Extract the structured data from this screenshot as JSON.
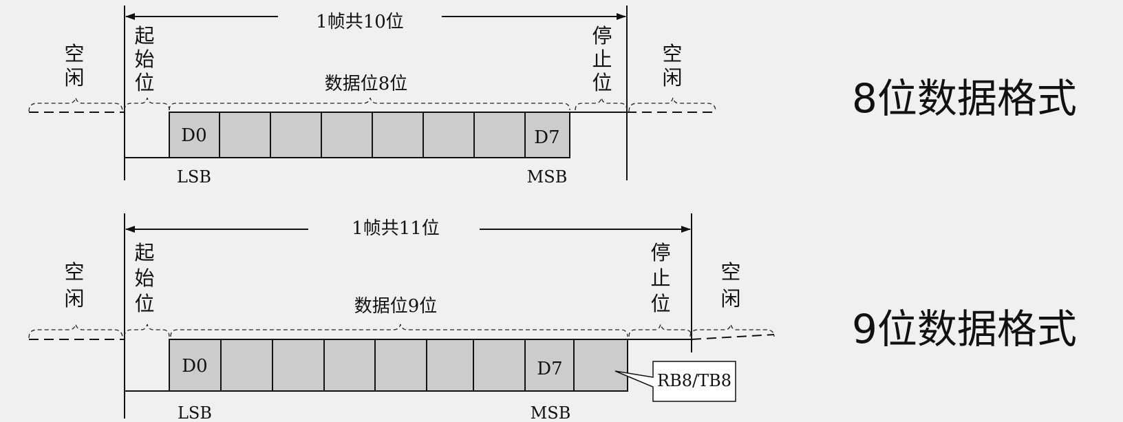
{
  "diagram_8bit": {
    "format_title": "8位数据格式",
    "frame_label": "1帧共10位",
    "start_bit_label": [
      "起",
      "始",
      "位"
    ],
    "stop_bit_label": [
      "停",
      "止",
      "位"
    ],
    "idle_left_label": [
      "空",
      "闲"
    ],
    "idle_right_label": [
      "空",
      "闲"
    ],
    "data_bits_label": "数据位8位",
    "first_bit_label": "D0",
    "last_bit_label": "D7",
    "lsb_label": "LSB",
    "msb_label": "MSB"
  },
  "diagram_9bit": {
    "format_title": "9位数据格式",
    "frame_label": "1帧共11位",
    "start_bit_label": [
      "起",
      "始",
      "位"
    ],
    "stop_bit_label": [
      "停",
      "止",
      "位"
    ],
    "idle_left_label": [
      "空",
      "闲"
    ],
    "idle_right_label": [
      "空",
      "闲"
    ],
    "data_bits_label": "数据位9位",
    "first_bit_label": "D0",
    "last_bit_label": "D7",
    "lsb_label": "LSB",
    "msb_label": "MSB",
    "ninth_bit_callout": "RB8/TB8"
  },
  "colors": {
    "background": "#f0f0f0",
    "cell_fill": "#cccccc",
    "line": "#111111"
  }
}
